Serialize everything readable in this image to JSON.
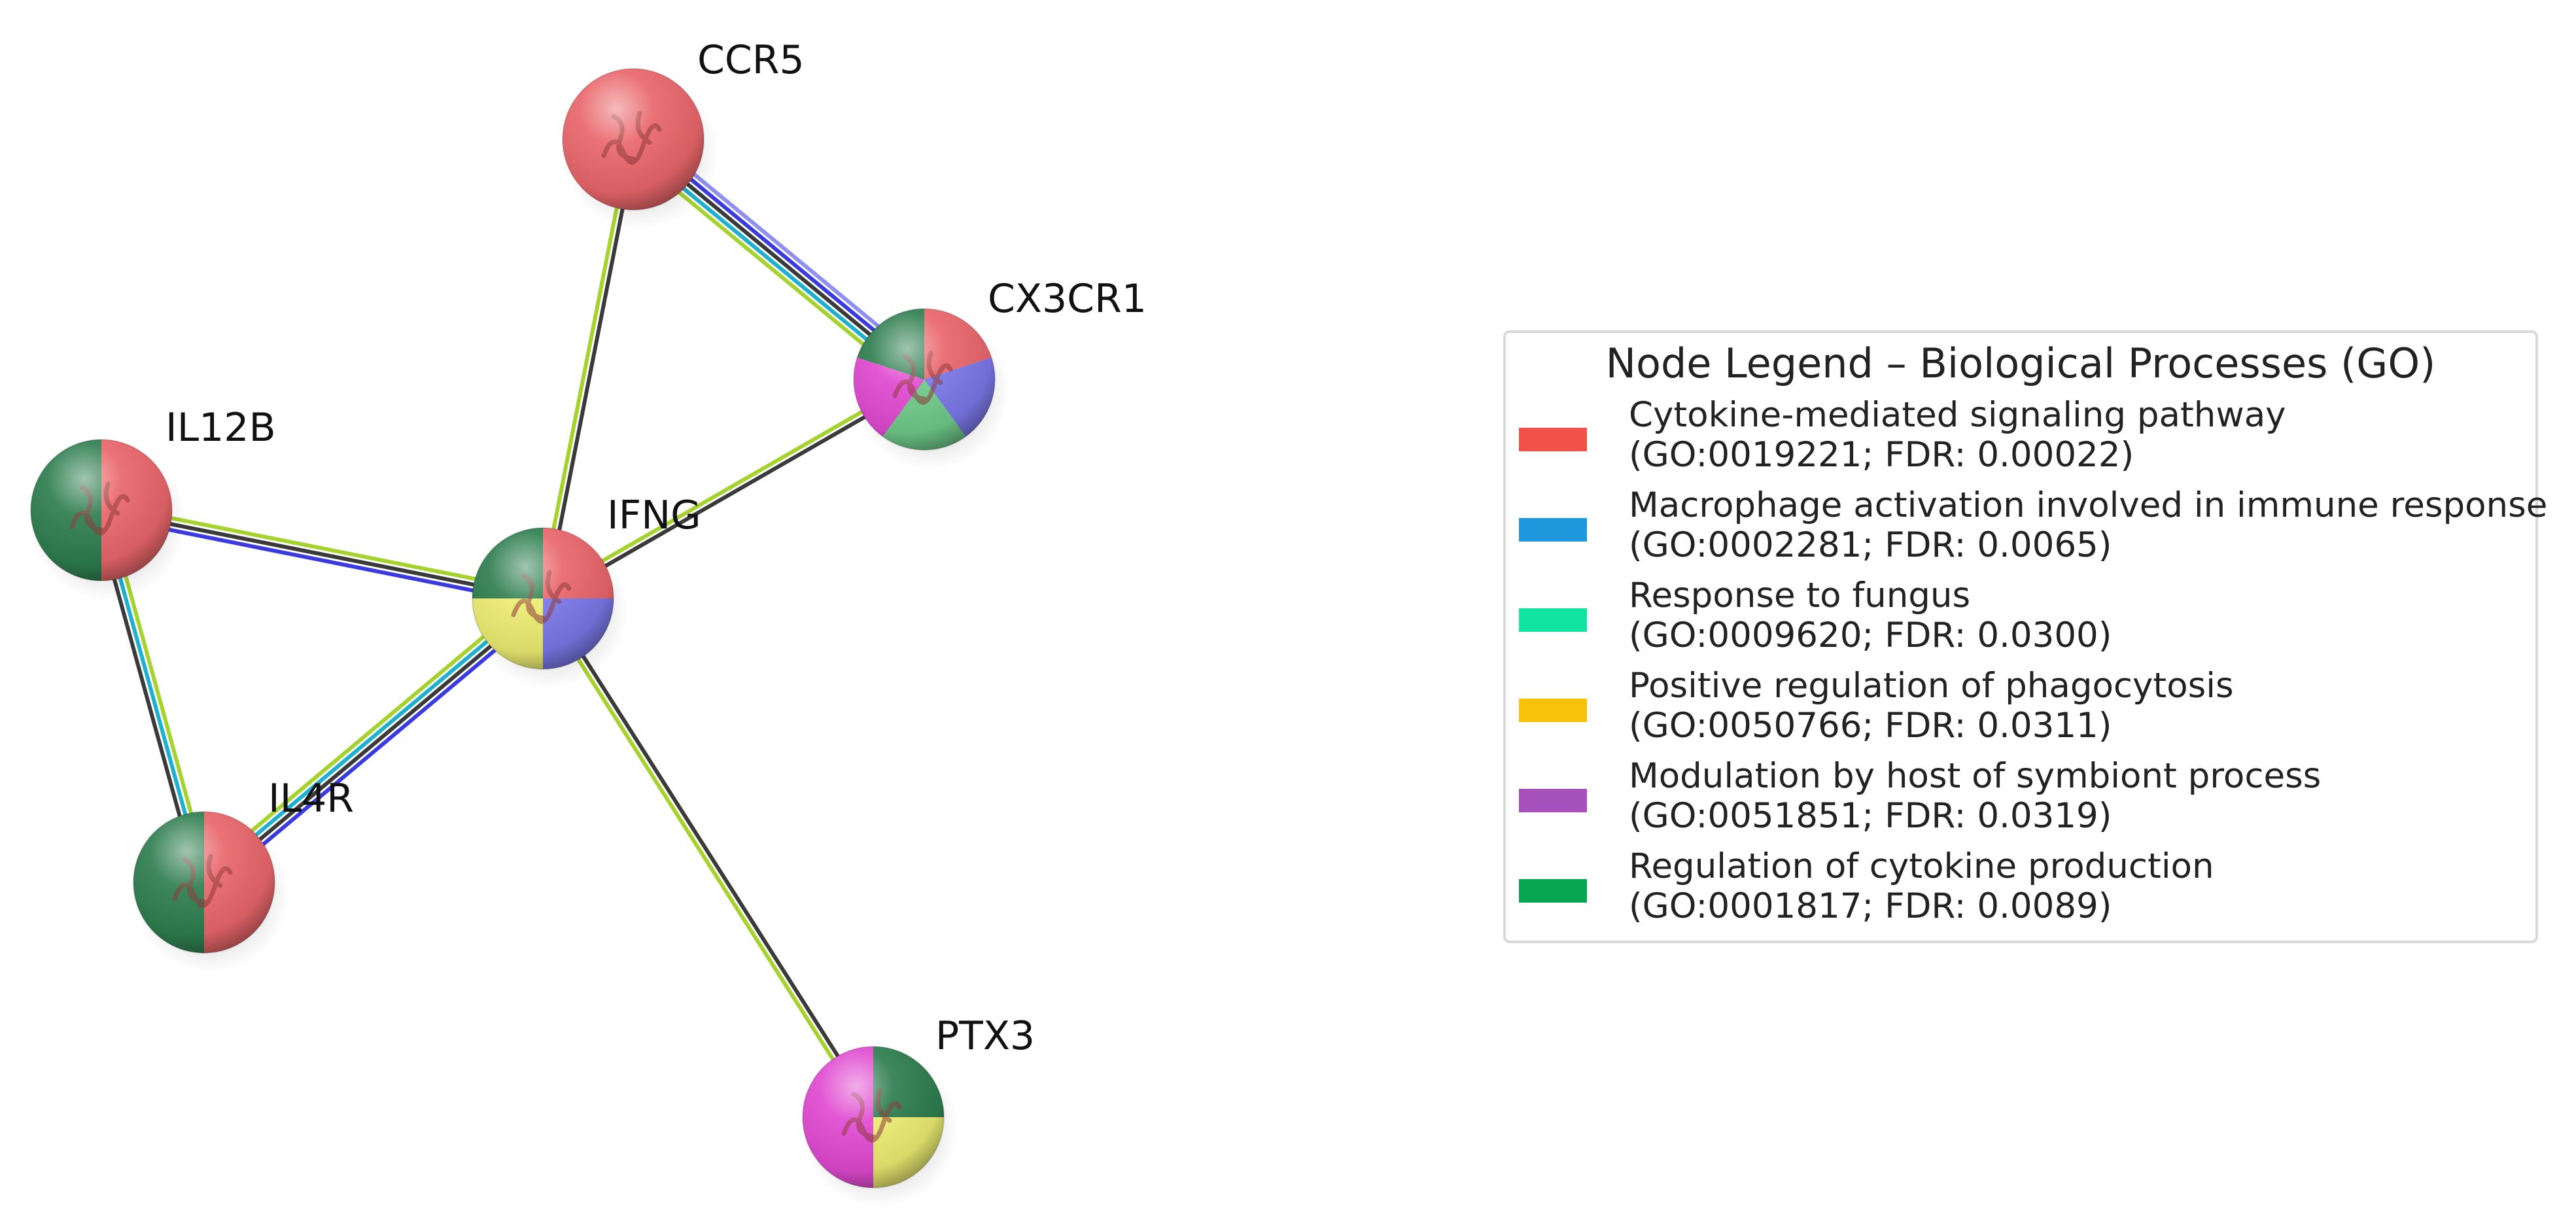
{
  "legend": {
    "title": "Node Legend – Biological Processes (GO)",
    "items": [
      {
        "name": "Cytokine-mediated signaling pathway",
        "detail": "(GO:0019221; FDR: 0.00022)",
        "color": "#f0524a"
      },
      {
        "name": "Macrophage activation involved in immune response",
        "detail": "(GO:0002281; FDR: 0.0065)",
        "color": "#1f97dd"
      },
      {
        "name": "Response to fungus",
        "detail": "(GO:0009620; FDR: 0.0300)",
        "color": "#12e3a0"
      },
      {
        "name": "Positive regulation of phagocytosis",
        "detail": "(GO:0050766; FDR: 0.0311)",
        "color": "#f7c209"
      },
      {
        "name": "Modulation by host of symbiont process",
        "detail": "(GO:0051851; FDR: 0.0319)",
        "color": "#a751bd"
      },
      {
        "name": "Regulation of cytokine production",
        "detail": "(GO:0001817; FDR: 0.0089)",
        "color": "#08a653"
      }
    ]
  },
  "nodes": [
    {
      "id": "CCR5",
      "label": "CCR5"
    },
    {
      "id": "CX3CR1",
      "label": "CX3CR1"
    },
    {
      "id": "IL12B",
      "label": "IL12B"
    },
    {
      "id": "IFNG",
      "label": "IFNG"
    },
    {
      "id": "IL4R",
      "label": "IL4R"
    },
    {
      "id": "PTX3",
      "label": "PTX3"
    }
  ],
  "edges": [
    {
      "source": "CCR5",
      "target": "CX3CR1"
    },
    {
      "source": "CCR5",
      "target": "IFNG"
    },
    {
      "source": "CX3CR1",
      "target": "IFNG"
    },
    {
      "source": "IL12B",
      "target": "IFNG"
    },
    {
      "source": "IL12B",
      "target": "IL4R"
    },
    {
      "source": "IL4R",
      "target": "IFNG"
    },
    {
      "source": "IFNG",
      "target": "PTX3"
    }
  ],
  "colors": {
    "node_red": "#e9666a",
    "node_green": "#2e7d4f",
    "node_blue": "#7a78e8",
    "node_yellow": "#ecec72",
    "node_magenta": "#e049d0",
    "node_lightgreen": "#6fc98a",
    "edge_black": "#3a3a3a",
    "edge_yellowgreen": "#a6d22e",
    "edge_blue": "#3a3ae0",
    "edge_lightblue": "#8f8ff0",
    "edge_cyan": "#1fb0cf"
  }
}
